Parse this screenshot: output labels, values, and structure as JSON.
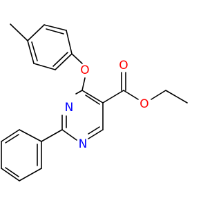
{
  "atoms": {
    "ether_o": "O",
    "carbonyl_o": "O",
    "ester_o": "O",
    "ring_n_upper": "N",
    "ring_n_lower": "N"
  },
  "colors": {
    "bond": "#000000",
    "oxygen": "#ff0000",
    "nitrogen": "#0000ff"
  }
}
